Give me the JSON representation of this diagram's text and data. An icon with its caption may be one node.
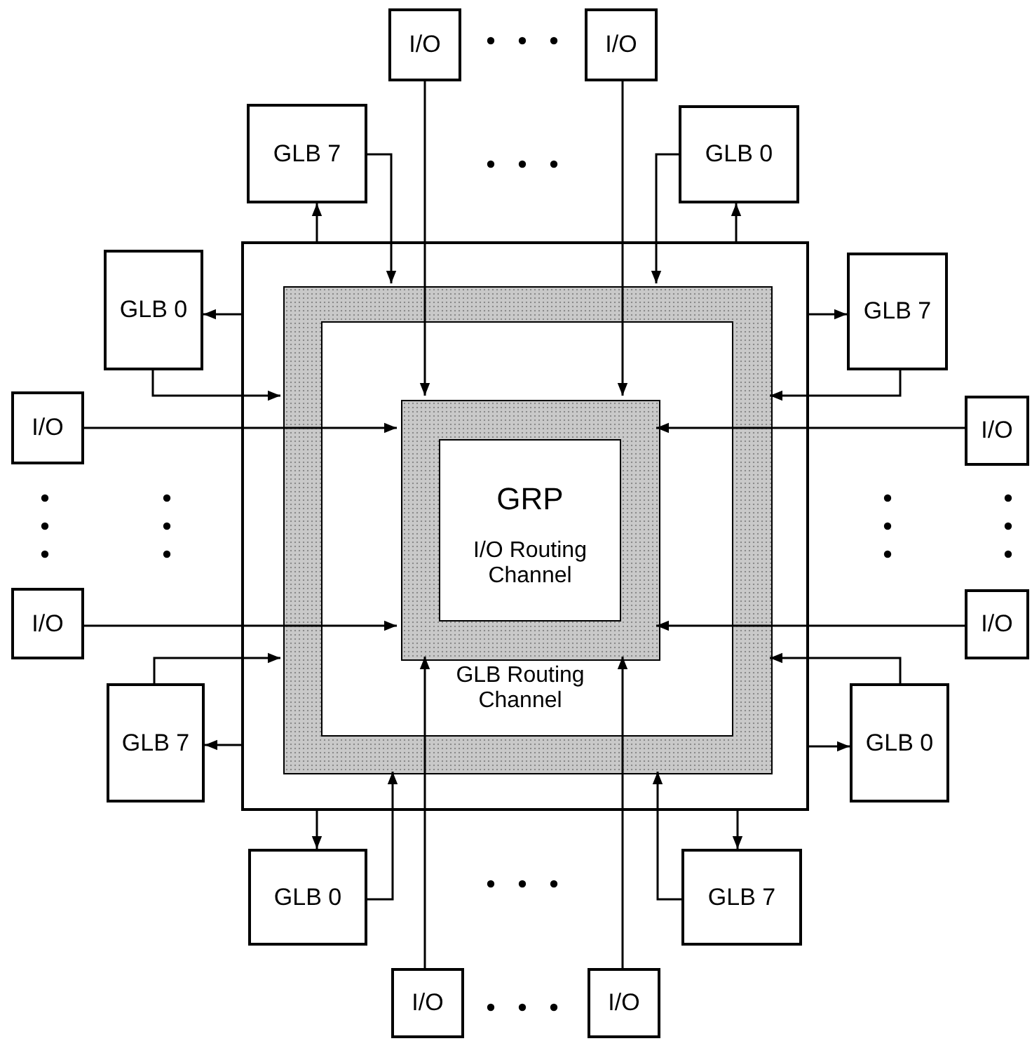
{
  "diagram": {
    "nodes": [
      {
        "text": [],
        "shape": "box"
      },
      {
        "text": [
          "GLB Routing Channel"
        ],
        "in": 0
      },
      {
        "text": [
          "GRP",
          "I/O Routing Channel"
        ],
        "in": 1
      },
      {
        "text": [
          "I/O"
        ]
      },
      {
        "text": [
          "I/O"
        ]
      },
      {
        "text": [
          "GLB 7"
        ]
      },
      {
        "text": [
          "GLB 0"
        ]
      },
      {
        "text": [
          "GLB 0"
        ]
      },
      {
        "text": [
          "GLB 7"
        ]
      },
      {
        "text": [
          "I/O"
        ]
      },
      {
        "text": [
          "I/O"
        ]
      },
      {
        "text": [
          "I/O"
        ]
      },
      {
        "text": [
          "I/O"
        ]
      },
      {
        "text": [
          "GLB 7"
        ]
      },
      {
        "text": [
          "GLB 0"
        ]
      },
      {
        "text": [
          "GLB 0"
        ]
      },
      {
        "text": [
          "GLB 7"
        ]
      },
      {
        "text": [
          "I/O"
        ]
      },
      {
        "text": [
          "I/O"
        ]
      }
    ],
    "edges": [
      {
        "from": 3,
        "to": 2,
        "arrow": "to"
      },
      {
        "from": 4,
        "to": 2,
        "arrow": "to"
      },
      {
        "from": 0,
        "to": 5,
        "arrow": "to"
      },
      {
        "from": 5,
        "to": 1,
        "arrow": "to"
      },
      {
        "from": 0,
        "to": 6,
        "arrow": "to"
      },
      {
        "from": 6,
        "to": 1,
        "arrow": "to"
      },
      {
        "from": 0,
        "to": 7,
        "arrow": "to"
      },
      {
        "from": 7,
        "to": 1,
        "arrow": "to"
      },
      {
        "from": 0,
        "to": 8,
        "arrow": "to"
      },
      {
        "from": 8,
        "to": 1,
        "arrow": "to"
      },
      {
        "from": 9,
        "to": 2,
        "arrow": "to"
      },
      {
        "from": 10,
        "to": 2,
        "arrow": "to"
      },
      {
        "from": 11,
        "to": 2,
        "arrow": "to"
      },
      {
        "from": 12,
        "to": 2,
        "arrow": "to"
      },
      {
        "from": 13,
        "to": 1,
        "arrow": "to"
      },
      {
        "from": 0,
        "to": 13,
        "arrow": "to"
      },
      {
        "from": 14,
        "to": 1,
        "arrow": "to"
      },
      {
        "from": 0,
        "to": 14,
        "arrow": "to"
      },
      {
        "from": 0,
        "to": 15,
        "arrow": "to"
      },
      {
        "from": 15,
        "to": 1,
        "arrow": "to"
      },
      {
        "from": 0,
        "to": 16,
        "arrow": "to"
      },
      {
        "from": 16,
        "to": 1,
        "arrow": "to"
      },
      {
        "from": 17,
        "to": 2,
        "arrow": "to"
      },
      {
        "from": 18,
        "to": 2,
        "arrow": "to"
      }
    ]
  }
}
